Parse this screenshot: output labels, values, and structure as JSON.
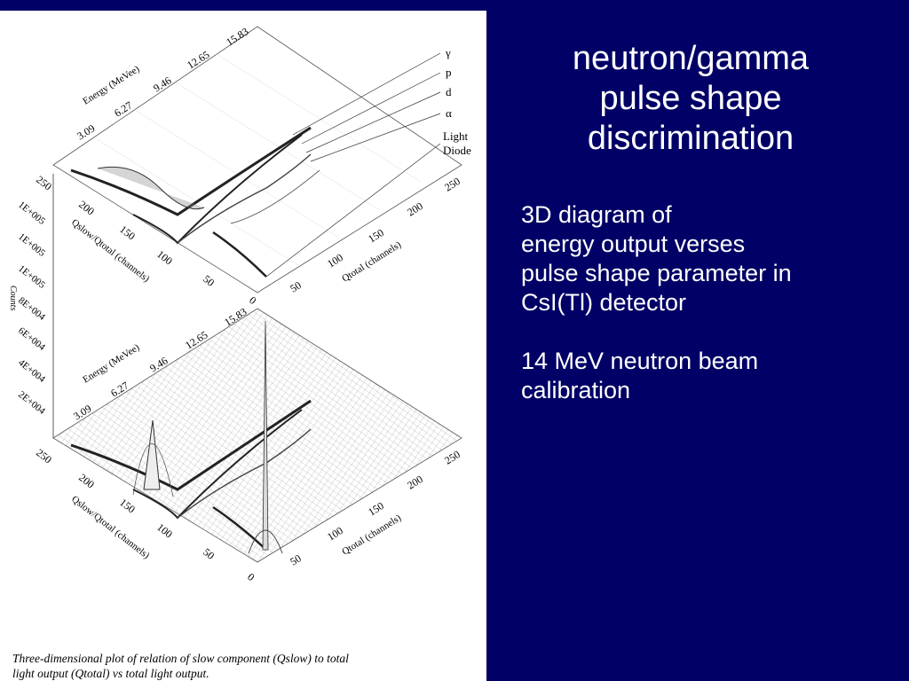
{
  "slide": {
    "title_lines": [
      "neutron/gamma",
      "pulse shape",
      "discrimination"
    ],
    "description_lines": [
      "3D diagram of",
      "energy output verses",
      "pulse shape parameter in",
      "CsI(Tl) detector"
    ],
    "note_lines": [
      "14 MeV neutron beam",
      "calibration"
    ],
    "colors": {
      "background": "#000066",
      "text": "#ffffff",
      "figure_background": "#ffffff"
    }
  },
  "figure": {
    "caption_lines": [
      "Three-dimensional plot of relation of slow component (Qslow) to total",
      "light output (Qtotal) vs total light output."
    ],
    "legend": [
      "γ",
      "p",
      "d",
      "α",
      "Light",
      "Diode"
    ],
    "energy_axis_label": "Energy (MeVee)",
    "energy_ticks": [
      "3.09",
      "6.27",
      "9.46",
      "12.65",
      "15.83"
    ],
    "qslow_axis_label": "Qslow/Qtotal (channels)",
    "qslow_ticks": [
      "250",
      "200",
      "150",
      "100",
      "50",
      "0"
    ],
    "qtotal_axis_label": "Qtotal (channels)",
    "qtotal_ticks": [
      "50",
      "100",
      "150",
      "200",
      "250"
    ],
    "counts_label": "Counts",
    "counts_ticks": [
      "1E+005",
      "1E+005",
      "1E+005",
      "8E+004",
      "6E+004",
      "4E+004",
      "2E+004"
    ]
  }
}
